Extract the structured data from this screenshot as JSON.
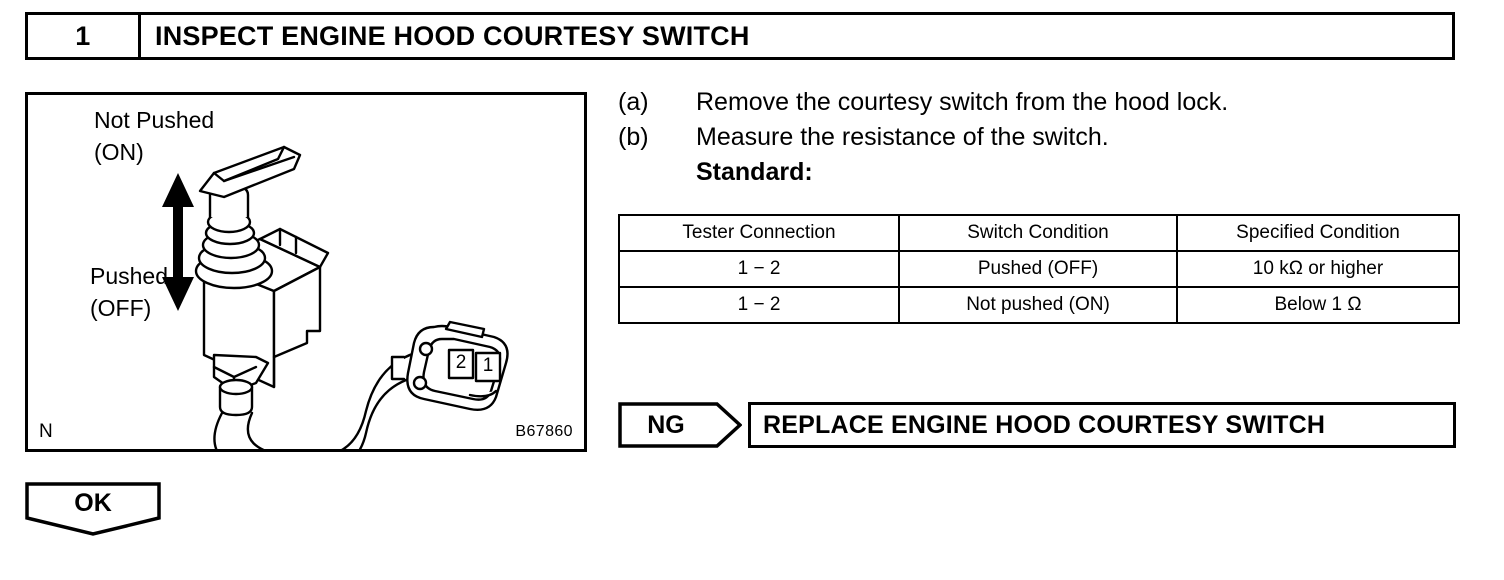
{
  "step": {
    "number": "1",
    "title": "INSPECT ENGINE HOOD COURTESY SWITCH"
  },
  "illustration": {
    "label_not_pushed": "Not Pushed",
    "label_on": "(ON)",
    "label_pushed": "Pushed",
    "label_off": "(OFF)",
    "figure_letter": "N",
    "figure_code": "B67860",
    "connector_pins": [
      "2",
      "1"
    ]
  },
  "procedure": {
    "steps": [
      {
        "marker": "(a)",
        "text": "Remove the courtesy switch from the hood lock."
      },
      {
        "marker": "(b)",
        "text": "Measure the resistance of the switch."
      }
    ],
    "standard_label": "Standard:"
  },
  "spec_table": {
    "headers": [
      "Tester Connection",
      "Switch Condition",
      "Specified Condition"
    ],
    "rows": [
      [
        "1 − 2",
        "Pushed (OFF)",
        "10 kΩ or higher"
      ],
      [
        "1 − 2",
        "Not pushed (ON)",
        "Below 1 Ω"
      ]
    ]
  },
  "results": {
    "ng_label": "NG",
    "ng_action": "REPLACE ENGINE HOOD COURTESY SWITCH",
    "ok_label": "OK"
  },
  "colors": {
    "ink": "#000000",
    "paper": "#ffffff"
  }
}
